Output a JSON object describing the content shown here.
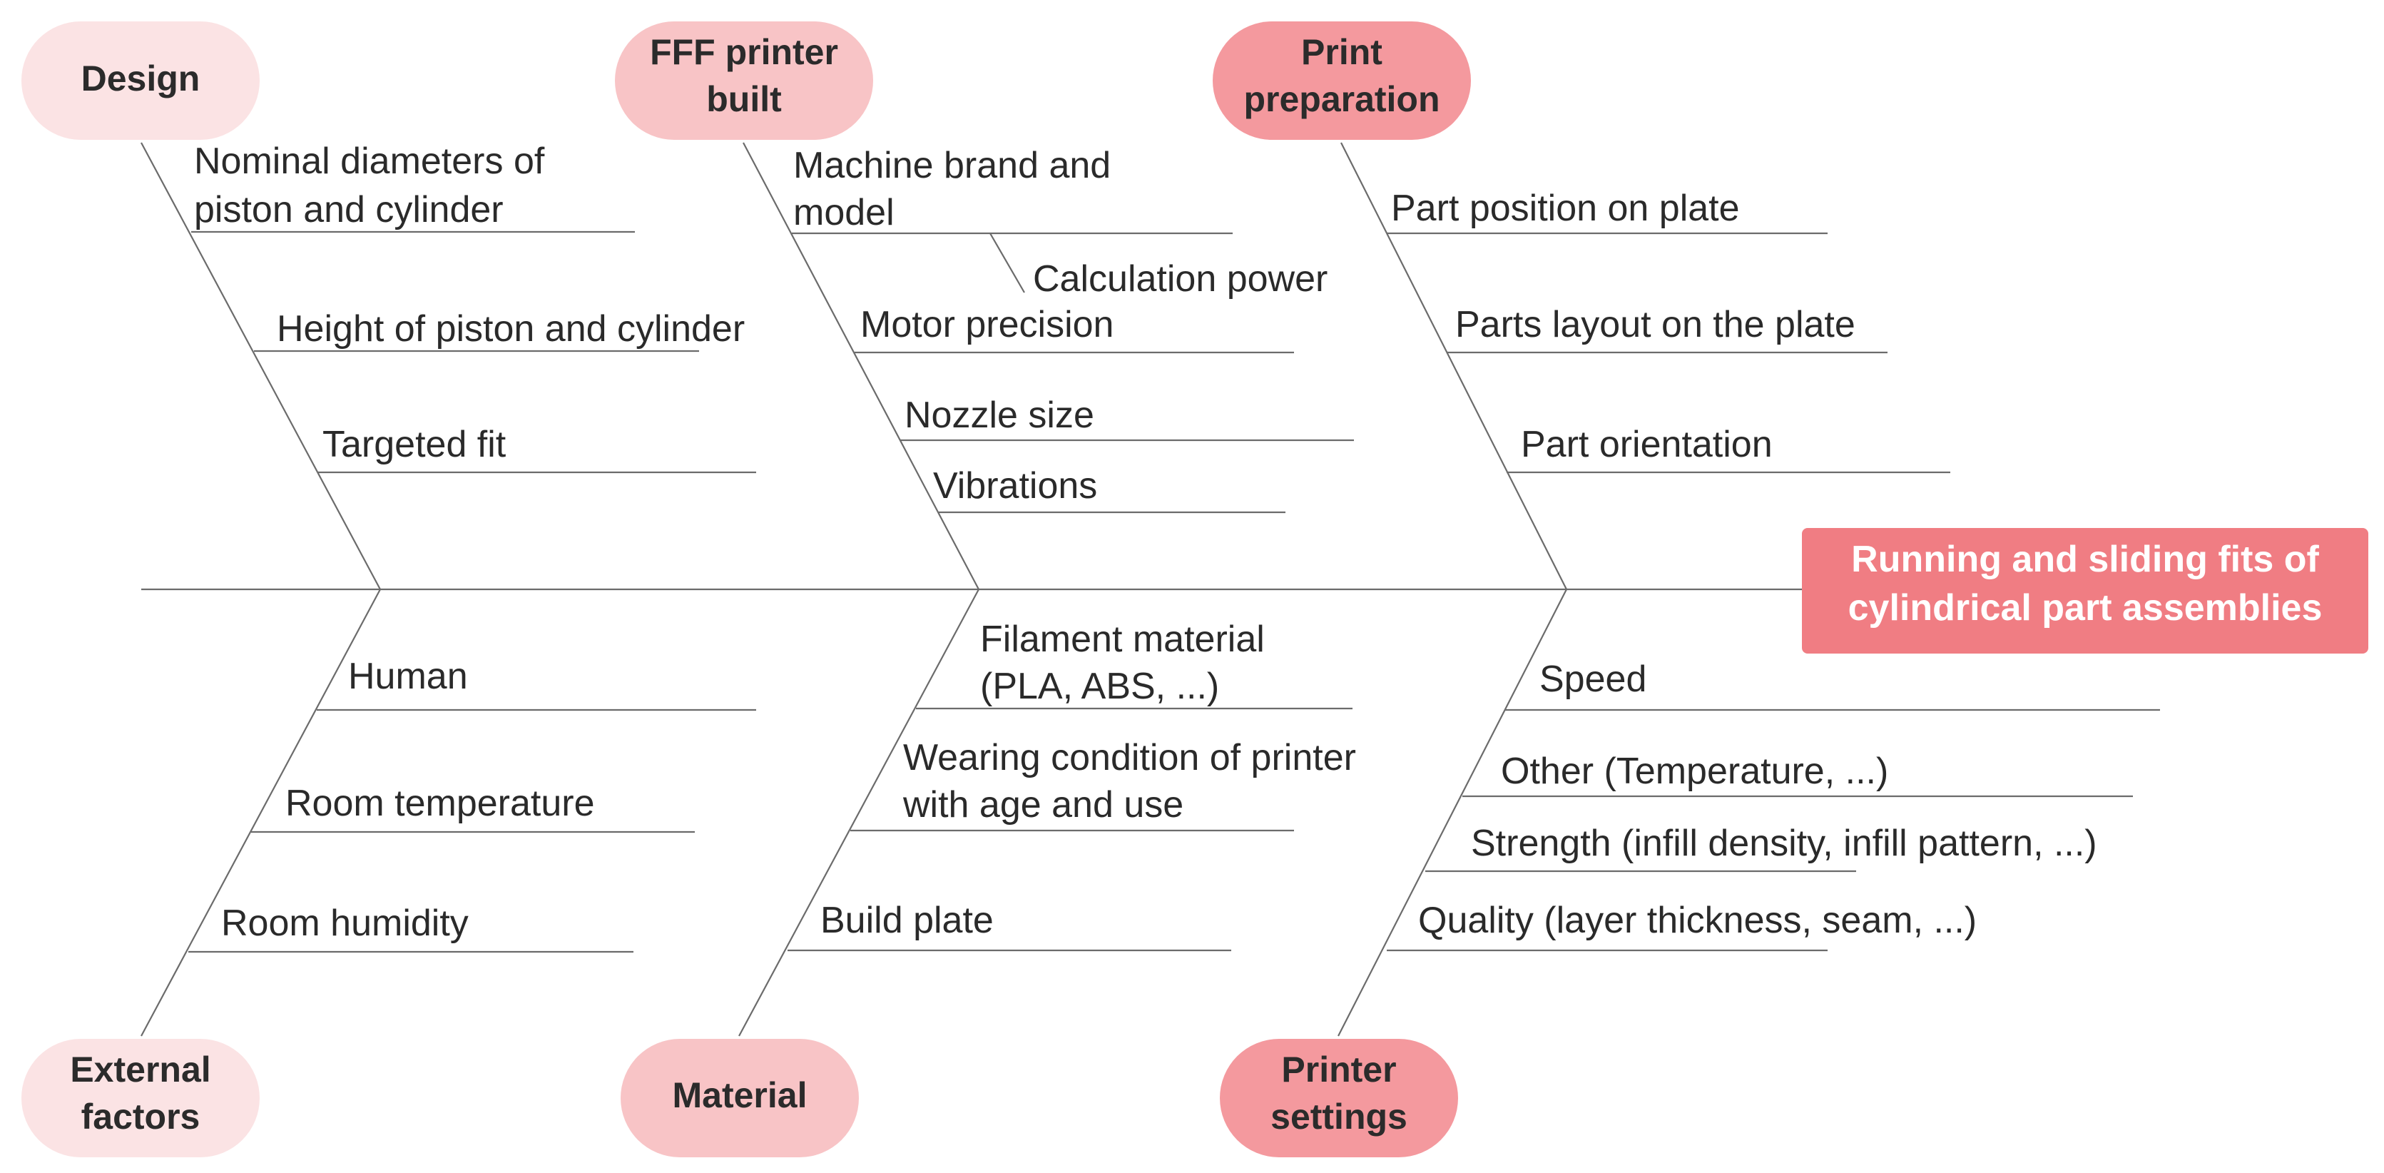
{
  "colors": {
    "line": "#6b6b6b",
    "text": "#2a2a2a",
    "pill_light": "#fbe3e4",
    "pill_mid": "#f8c4c6",
    "pill_dark": "#f4999e",
    "head_fill": "#f07d83",
    "head_text": "#ffffff"
  },
  "effect": {
    "lines": [
      "Running and sliding fits of",
      "cylindrical part assemblies"
    ]
  },
  "categories": [
    {
      "id": "design",
      "label_lines": [
        "Design"
      ],
      "causes": [
        {
          "lines": [
            "Nominal diameters of",
            "piston and cylinder"
          ]
        },
        {
          "lines": [
            "Height of piston and cylinder"
          ]
        },
        {
          "lines": [
            "Targeted fit"
          ]
        }
      ]
    },
    {
      "id": "fff-printer-built",
      "label_lines": [
        "FFF printer",
        "built"
      ],
      "causes": [
        {
          "lines": [
            "Machine brand and",
            "model"
          ],
          "sub_cause": "Calculation power"
        },
        {
          "lines": [
            "Motor precision"
          ]
        },
        {
          "lines": [
            "Nozzle size"
          ]
        },
        {
          "lines": [
            "Vibrations"
          ]
        }
      ]
    },
    {
      "id": "print-preparation",
      "label_lines": [
        "Print",
        "preparation"
      ],
      "causes": [
        {
          "lines": [
            "Part position on plate"
          ]
        },
        {
          "lines": [
            "Parts layout on the plate"
          ]
        },
        {
          "lines": [
            "Part orientation"
          ]
        }
      ]
    },
    {
      "id": "external-factors",
      "label_lines": [
        "External",
        "factors"
      ],
      "causes": [
        {
          "lines": [
            "Human"
          ]
        },
        {
          "lines": [
            "Room temperature"
          ]
        },
        {
          "lines": [
            "Room humidity"
          ]
        }
      ]
    },
    {
      "id": "material",
      "label_lines": [
        "Material"
      ],
      "causes": [
        {
          "lines": [
            "Filament material",
            "(PLA, ABS, ...)"
          ]
        },
        {
          "lines": [
            "Wearing condition of printer",
            "with age and use"
          ]
        },
        {
          "lines": [
            "Build plate"
          ]
        }
      ]
    },
    {
      "id": "printer-settings",
      "label_lines": [
        "Printer",
        "settings"
      ],
      "causes": [
        {
          "lines": [
            "Speed"
          ]
        },
        {
          "lines": [
            "Other (Temperature, ...)"
          ]
        },
        {
          "lines": [
            "Strength (infill density, infill pattern, ...)"
          ]
        },
        {
          "lines": [
            "Quality (layer thickness, seam, ...)"
          ]
        }
      ]
    }
  ]
}
